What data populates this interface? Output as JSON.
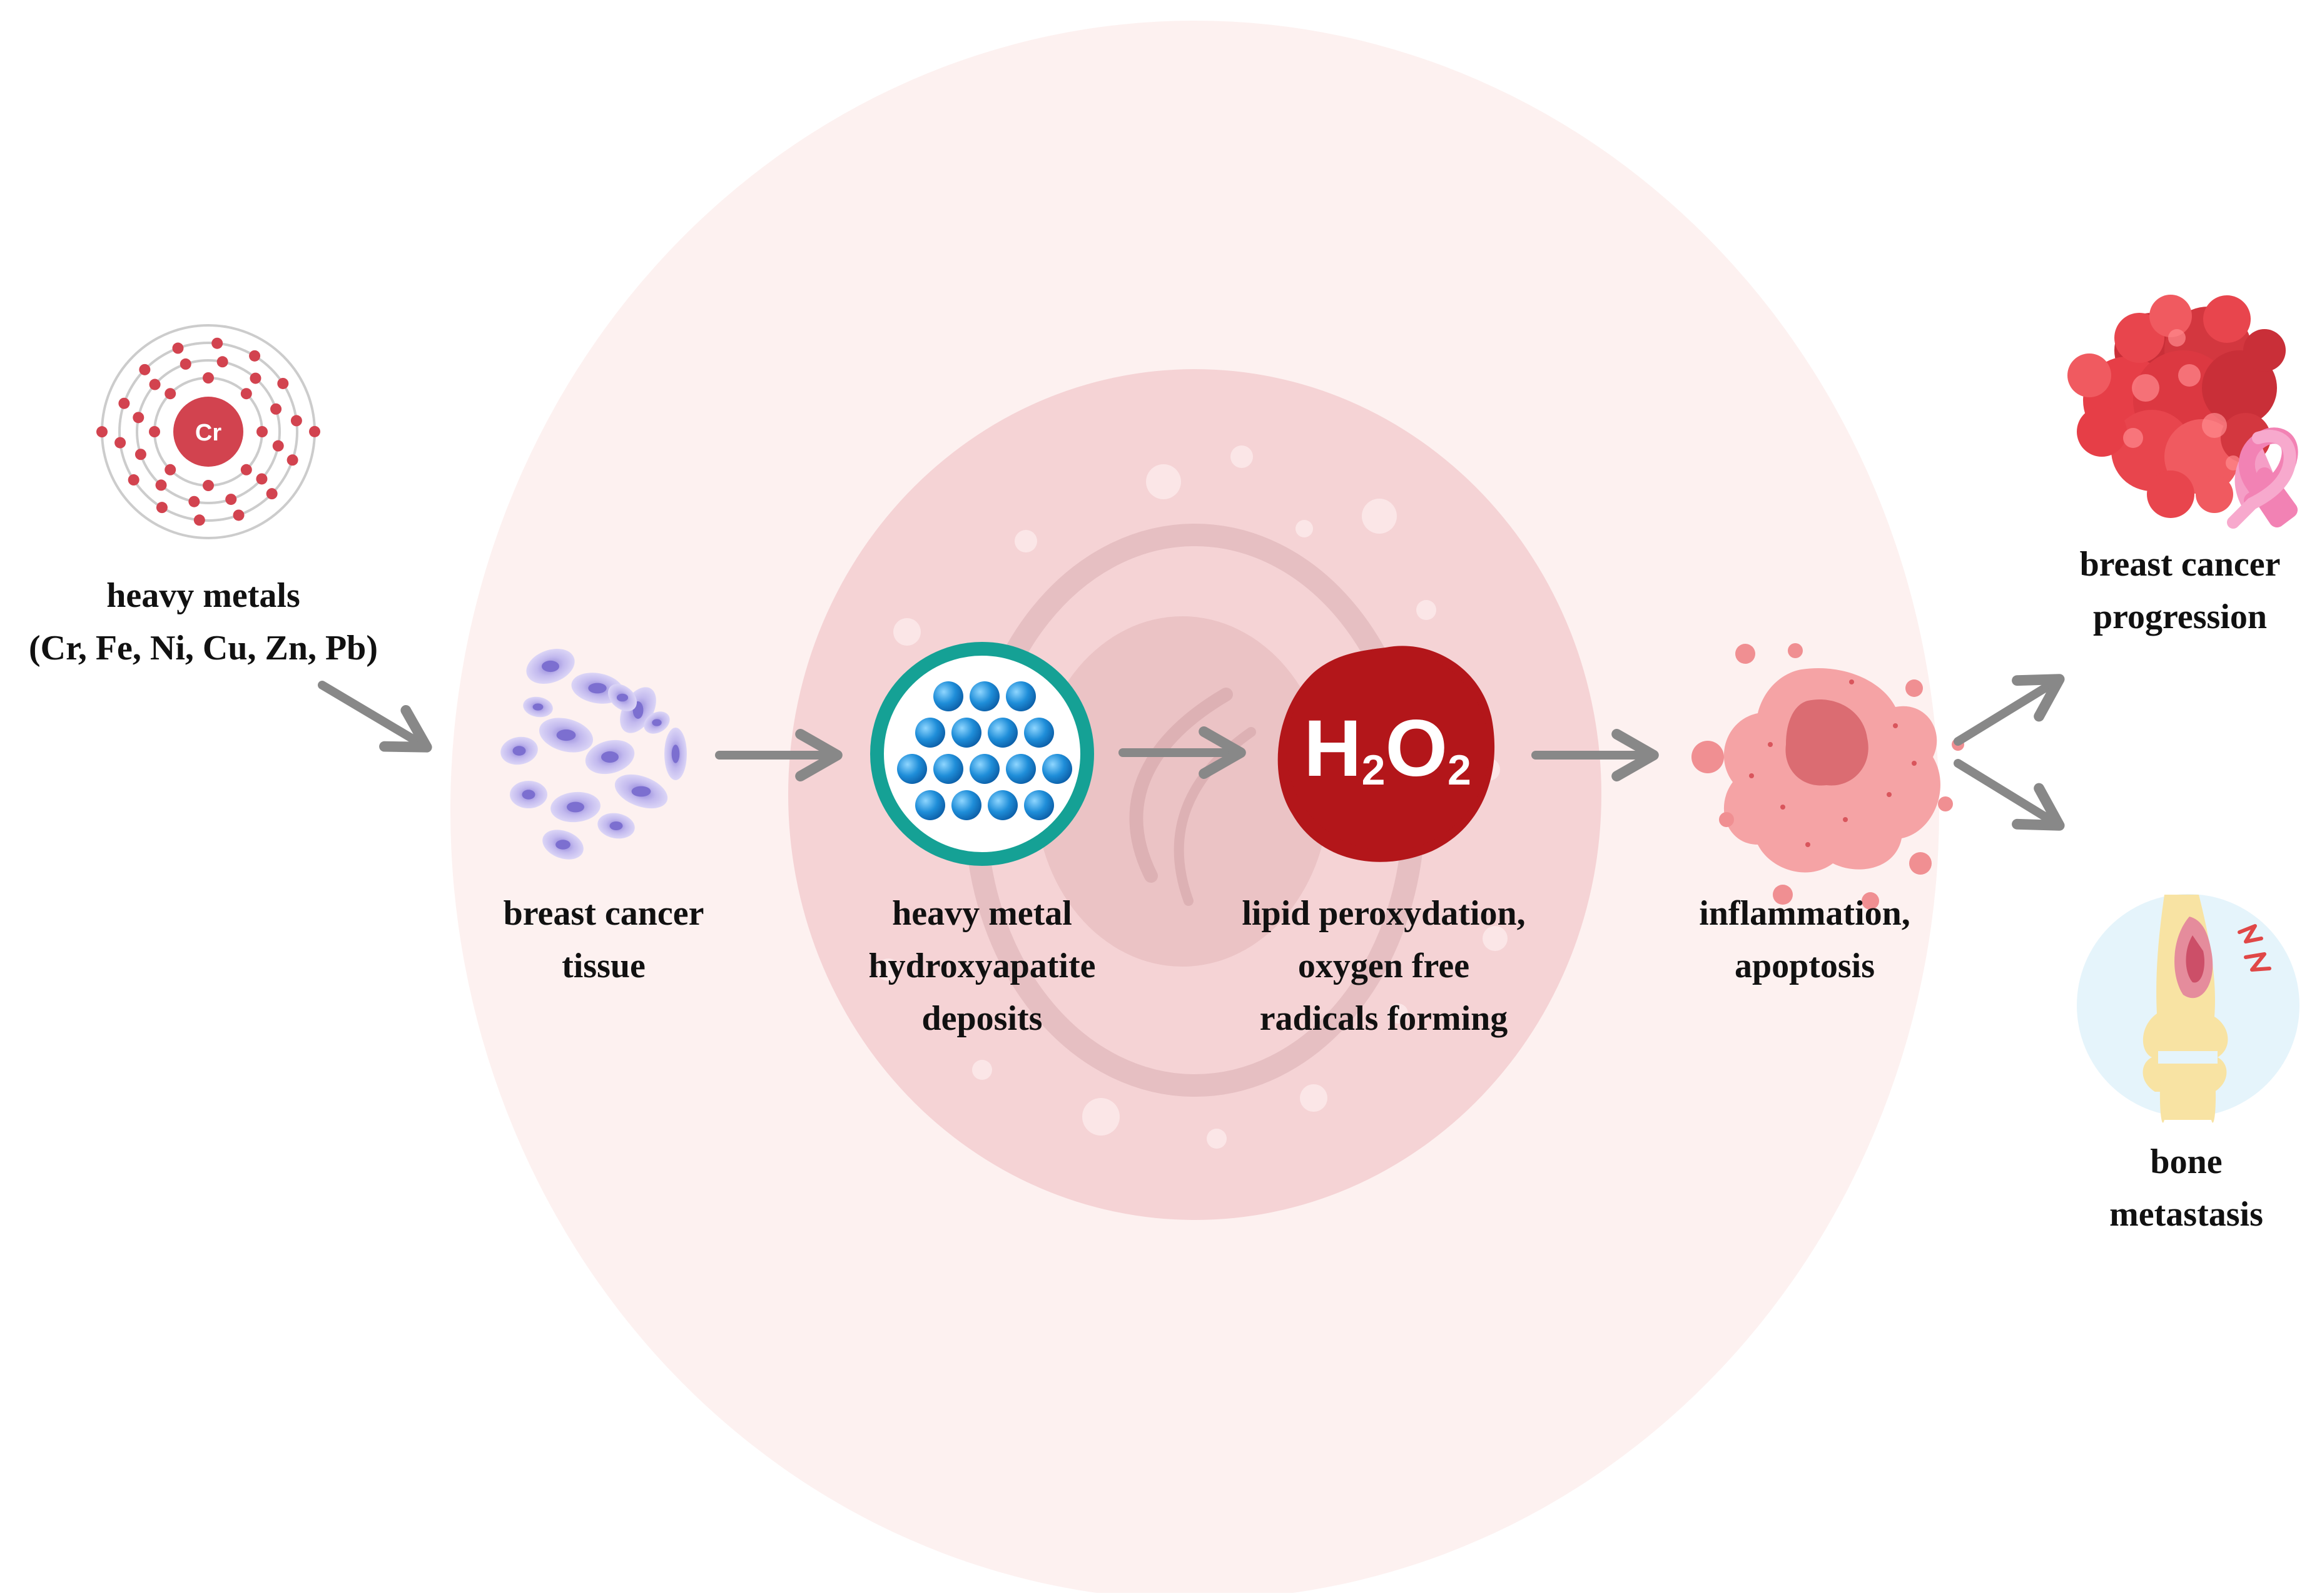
{
  "diagram": {
    "atom": {
      "symbol": "Cr"
    },
    "h2o2": {
      "h": "H",
      "sub1": "2",
      "o": "O",
      "sub2": "2"
    },
    "colors": {
      "outer_cell": "#fdf1f0",
      "inner_cell": "#f5d3d5",
      "nucleus": "#ebc3c5",
      "arrow": "#888888",
      "atom_red": "#d2434f",
      "h2o2_red": "#b3161a",
      "tissue_purple": "#a89be0",
      "deposit_ring": "#15a195",
      "deposit_blue": "#1f8ed9",
      "inflammation_pink": "#f08f92",
      "tumor_red": "#e63e47",
      "ribbon_pink": "#f282b4",
      "bone_yellow": "#f8e3a3",
      "bone_bg": "#e5f4fb"
    },
    "icons": [
      "atom-icon",
      "tissue-icon",
      "deposits-icon",
      "h2o2-icon",
      "inflammation-icon",
      "tumor-icon",
      "ribbon-icon",
      "bone-icon"
    ],
    "nodes": [
      {
        "id": "heavy-metals",
        "lines": [
          "heavy metals",
          "(Cr, Fe, Ni, Cu, Zn, Pb)"
        ]
      },
      {
        "id": "tissue",
        "lines": [
          "breast cancer",
          "tissue"
        ]
      },
      {
        "id": "deposits",
        "lines": [
          "heavy metal",
          "hydroxyapatite",
          "deposits"
        ]
      },
      {
        "id": "peroxidation",
        "lines": [
          "lipid peroxydation,",
          "oxygen free",
          "radicals forming"
        ]
      },
      {
        "id": "inflammation",
        "lines": [
          "inflammation,",
          "apoptosis"
        ]
      },
      {
        "id": "progression",
        "lines": [
          "breast cancer",
          "progression"
        ]
      },
      {
        "id": "metastasis",
        "lines": [
          "bone",
          "metastasis"
        ]
      }
    ]
  }
}
